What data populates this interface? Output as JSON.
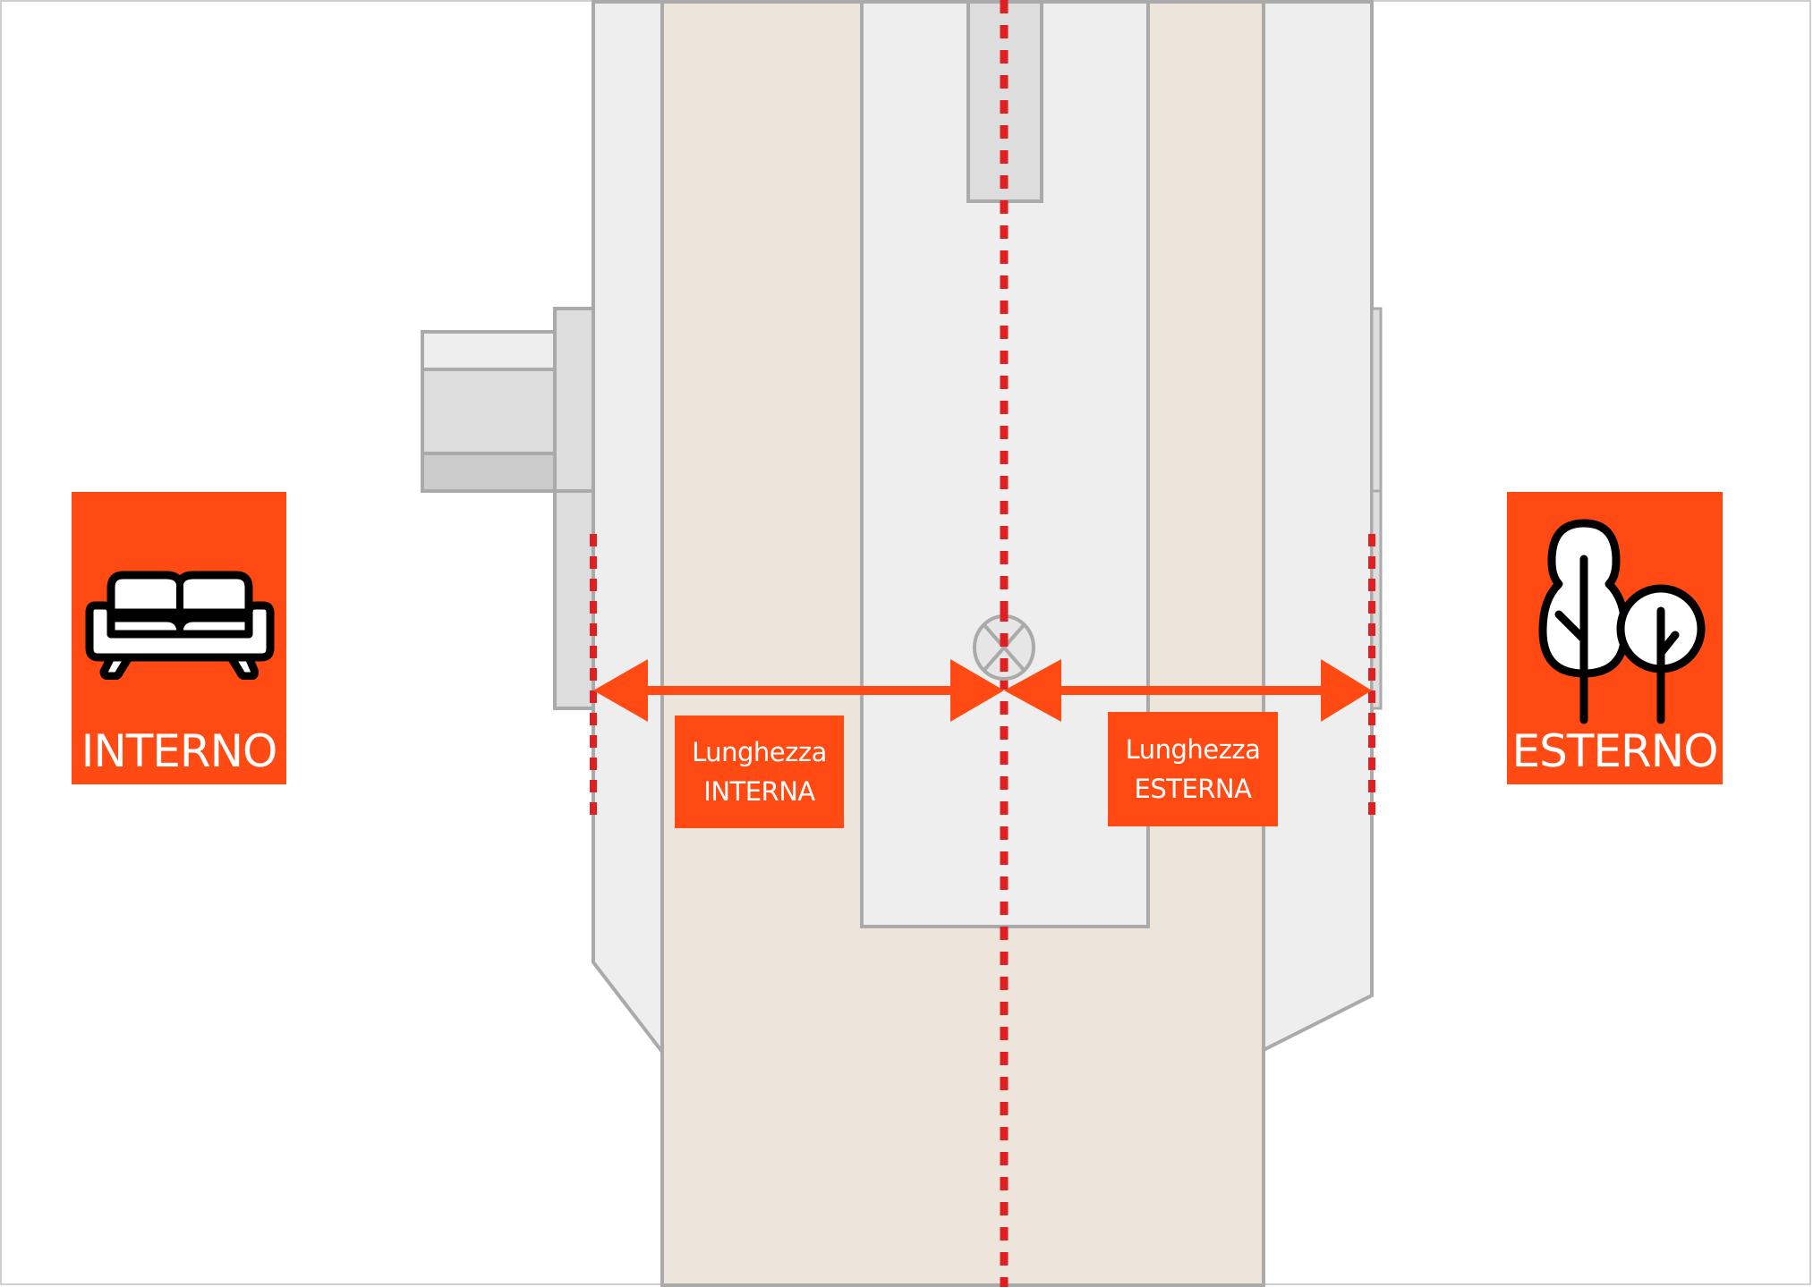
{
  "diagram": {
    "type": "window-frame-section-measurement",
    "colors": {
      "accent": "#ff4b13",
      "axis_line": "#e02020",
      "frame_fill": "#eeeeee",
      "frame_stroke": "#aaaaaa",
      "glass_fill": "#ede5dc",
      "hardware_fill": "#dddddd",
      "hardware_dark": "#cccccc"
    }
  },
  "interior": {
    "label": "INTERNO",
    "icon": "sofa-icon"
  },
  "exterior": {
    "label": "ESTERNO",
    "icon": "trees-icon"
  },
  "dimensions": {
    "internal": {
      "line1": "Lunghezza",
      "line2": "INTERNA"
    },
    "external": {
      "line1": "Lunghezza",
      "line2": "ESTERNA"
    }
  },
  "markers": {
    "center_axis": "hinge-axis-marker"
  }
}
